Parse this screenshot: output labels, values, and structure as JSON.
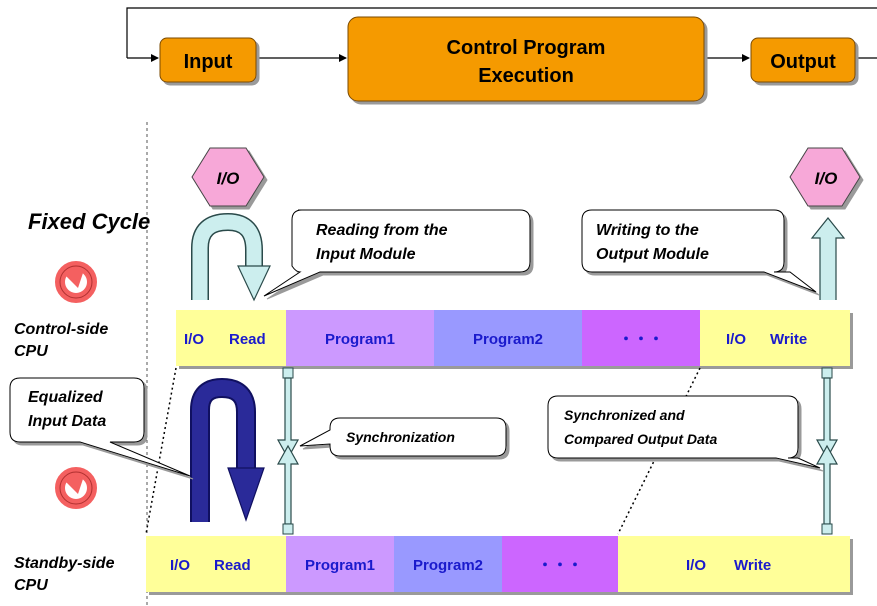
{
  "colors": {
    "process_box": "#F59A00",
    "process_border": "#7a4a00",
    "hexagon": "#F7A8D8",
    "segment_io": "#FFFF99",
    "segment_program1": "#CC99FF",
    "segment_program2": "#9999FF",
    "segment_dots": "#CC66FF",
    "segment_text": "#1a1acc",
    "arrow_light": "#CCEEEE",
    "arrow_dark": "#2a2a99",
    "cycle_icon": "#F46060"
  },
  "flow": {
    "input": "Input",
    "execution_line1": "Control Program",
    "execution_line2": "Execution",
    "output": "Output"
  },
  "io_left": "I/O",
  "io_right": "I/O",
  "fixed_cycle": "Fixed Cycle",
  "callouts": {
    "reading_line1": "Reading from the",
    "reading_line2": "Input Module",
    "writing_line1": "Writing to the",
    "writing_line2": "Output Module",
    "equalized_line1": "Equalized",
    "equalized_line2": "Input Data",
    "synchronization": "Synchronization",
    "sync_compared_line1": "Synchronized and",
    "sync_compared_line2": "Compared Output Data"
  },
  "control_cpu": {
    "label_line1": "Control-side",
    "label_line2": "CPU",
    "segments": {
      "io": "I/O",
      "read": "Read",
      "program1": "Program1",
      "program2": "Program2",
      "dots": "・・・",
      "io_w": "I/O",
      "write": "Write"
    }
  },
  "standby_cpu": {
    "label_line1": "Standby-side",
    "label_line2": "CPU",
    "segments": {
      "io": "I/O",
      "read": "Read",
      "program1": "Program1",
      "program2": "Program2",
      "dots": "・・・",
      "io_w": "I/O",
      "write": "Write"
    }
  }
}
